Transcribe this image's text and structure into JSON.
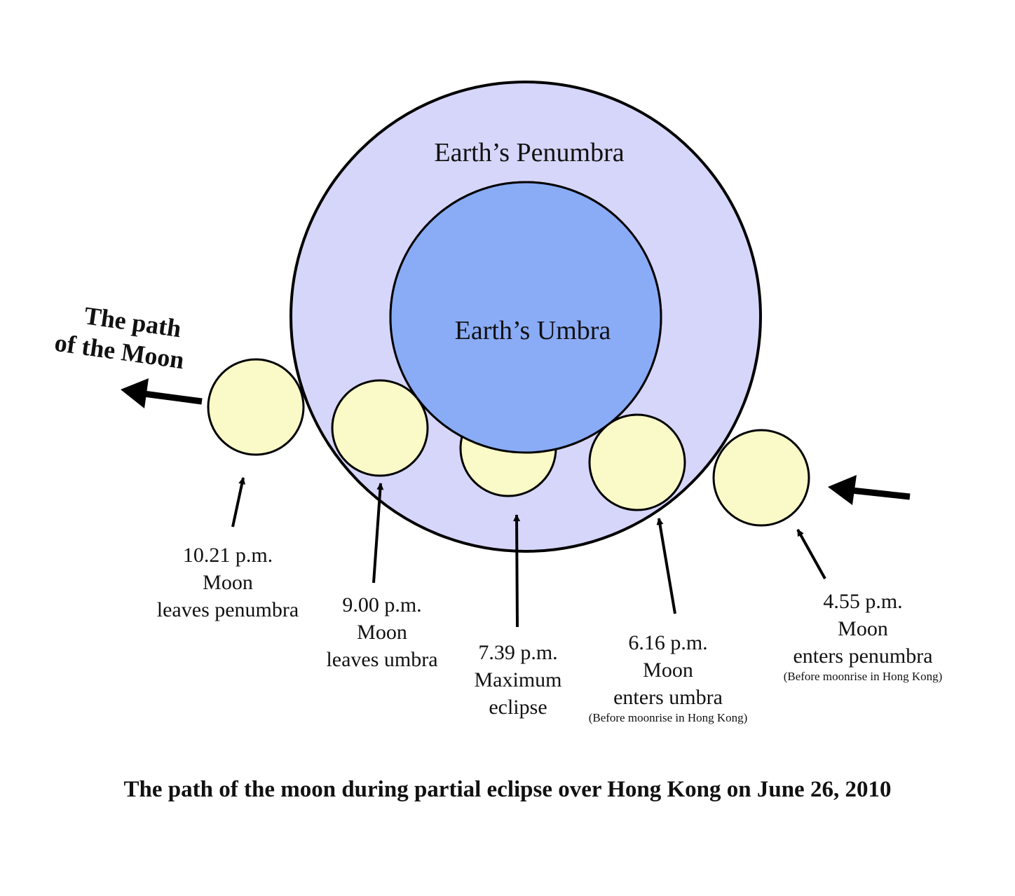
{
  "colors": {
    "penumbra": "#d6d6fa",
    "umbra": "#8aacf7",
    "moon": "#fafac8",
    "stroke": "#000000"
  },
  "penumbra_label": "Earth’s Penumbra",
  "umbra_label": "Earth’s Umbra",
  "path_label": {
    "line1": "The path",
    "line2": "of the Moon"
  },
  "events": [
    {
      "time": "10.21 p.m.",
      "line2": "Moon",
      "line3": "leaves penumbra",
      "note": ""
    },
    {
      "time": "9.00 p.m.",
      "line2": "Moon",
      "line3": "leaves umbra",
      "note": ""
    },
    {
      "time": "7.39 p.m.",
      "line2": "Maximum",
      "line3": "eclipse",
      "note": ""
    },
    {
      "time": "6.16 p.m.",
      "line2": "Moon",
      "line3": "enters umbra",
      "note": "(Before moonrise in Hong Kong)"
    },
    {
      "time": "4.55 p.m.",
      "line2": "Moon",
      "line3": "enters penumbra",
      "note": "(Before moonrise in Hong Kong)"
    }
  ],
  "caption": "The path of the moon during partial eclipse over Hong Kong on June 26, 2010"
}
